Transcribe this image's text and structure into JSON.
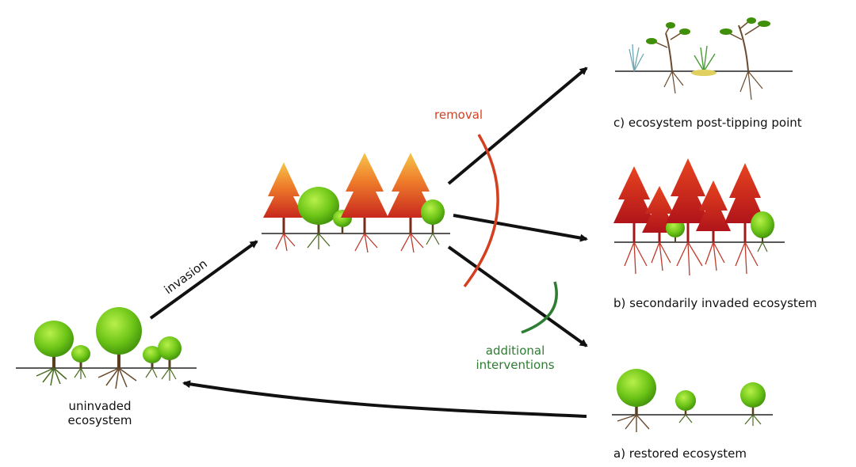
{
  "labels": {
    "uninvaded_line1": "uninvaded",
    "uninvaded_line2": "ecosystem",
    "invasion": "invasion",
    "removal": "removal",
    "additional_line1": "additional",
    "additional_line2": "interventions",
    "outcome_c": "c) ecosystem post-tipping point",
    "outcome_b": "b) secondarily invaded ecosystem",
    "outcome_a": "a) restored ecosystem"
  },
  "colors": {
    "native_green": "#6cc417",
    "native_green_dark": "#3f8f0a",
    "invasive_orange": "#e8521f",
    "invasive_red": "#c21d1d",
    "invasive_yellow": "#f4b63a",
    "removal_arc": "#d4401f",
    "additional_arc": "#2e7d32",
    "arrow": "#111111",
    "root_brown": "#6b4b2e",
    "root_red": "#c0392b"
  }
}
